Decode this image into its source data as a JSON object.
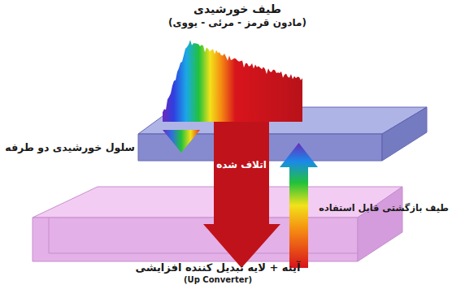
{
  "diagram": {
    "title": "طیف خورشیدی",
    "labels": [
      "(مادون قرمز - مرئی - یووی)",
      "سلول خورشیدی دو طرفه",
      "اتلاف شده",
      "طیف بازگشتی قابل استفاده",
      "آینه + لایه تبدیل کننده افزایشی",
      "(Up Converter)"
    ]
  }
}
